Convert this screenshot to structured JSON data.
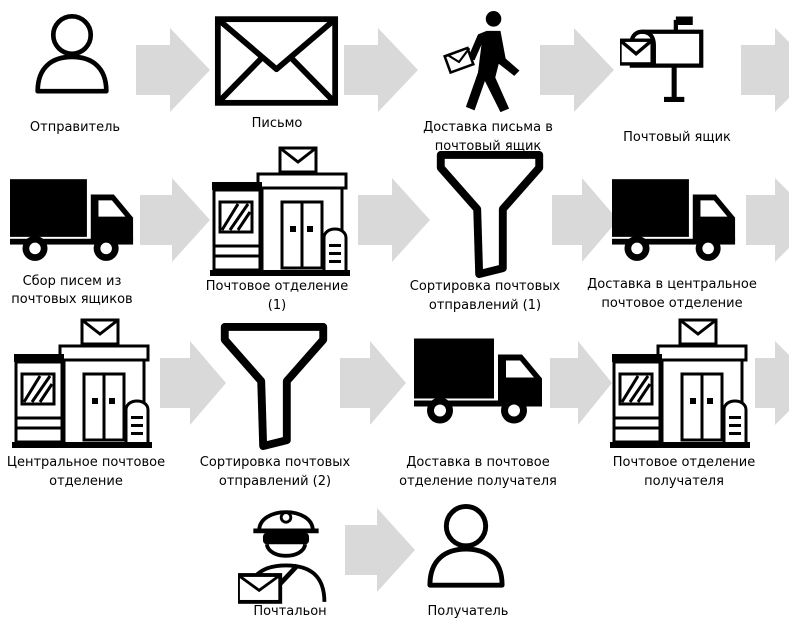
{
  "colors": {
    "arrow": "#d9d9d9",
    "ink": "#000000",
    "background": "#ffffff"
  },
  "steps": [
    {
      "id": "sender",
      "icon": "person-outline-icon",
      "label_lines": [
        "Отправитель"
      ]
    },
    {
      "id": "letter",
      "icon": "envelope-icon",
      "label_lines": [
        "Письмо"
      ]
    },
    {
      "id": "deliver-to-mailbox",
      "icon": "walking-person-with-letter-icon",
      "label_lines": [
        "Доставка письма в",
        "почтовый ящик"
      ]
    },
    {
      "id": "mailbox",
      "icon": "mailbox-with-letter-icon",
      "label_lines": [
        "Почтовый ящик"
      ]
    },
    {
      "id": "collection",
      "icon": "delivery-truck-icon",
      "label_lines": [
        "Сбор писем из",
        "почтовых ящиков"
      ]
    },
    {
      "id": "post-office-1",
      "icon": "post-office-building-icon",
      "label_lines": [
        "Почтовое отделение",
        "(1)"
      ]
    },
    {
      "id": "sorting-1",
      "icon": "funnel-icon",
      "label_lines": [
        "Сортировка почтовых",
        "отправлений (1)"
      ]
    },
    {
      "id": "deliver-central",
      "icon": "delivery-truck-icon",
      "label_lines": [
        "Доставка в центральное",
        "почтовое отделение"
      ]
    },
    {
      "id": "central-office",
      "icon": "post-office-building-icon",
      "label_lines": [
        "Центральное почтовое",
        "отделение"
      ]
    },
    {
      "id": "sorting-2",
      "icon": "funnel-icon",
      "label_lines": [
        "Сортировка почтовых",
        "отправлений (2)"
      ]
    },
    {
      "id": "deliver-recipient-office",
      "icon": "delivery-truck-icon",
      "label_lines": [
        "Доставка в почтовое",
        "отделение получателя"
      ]
    },
    {
      "id": "recipient-office",
      "icon": "post-office-building-icon",
      "label_lines": [
        "Почтовое отделение",
        "получателя"
      ]
    },
    {
      "id": "postman",
      "icon": "postman-with-letter-icon",
      "label_lines": [
        "Почтальон"
      ]
    },
    {
      "id": "recipient",
      "icon": "person-outline-icon",
      "label_lines": [
        "Получатель"
      ]
    }
  ]
}
